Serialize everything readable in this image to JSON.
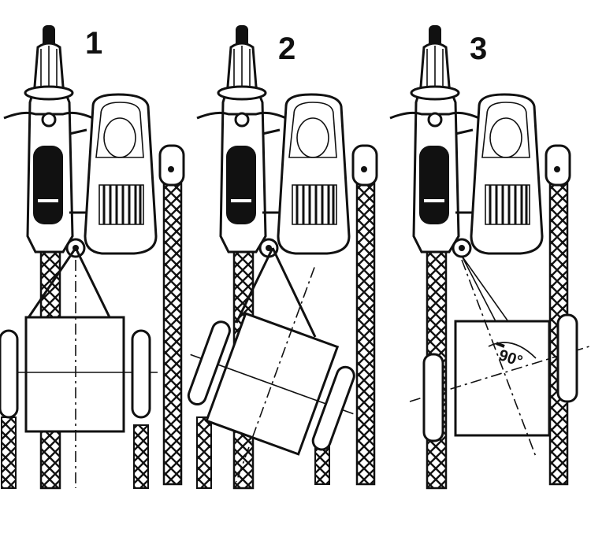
{
  "panels": [
    {
      "label": "1"
    },
    {
      "label": "2"
    },
    {
      "label": "3",
      "angle_label": "90°"
    }
  ]
}
